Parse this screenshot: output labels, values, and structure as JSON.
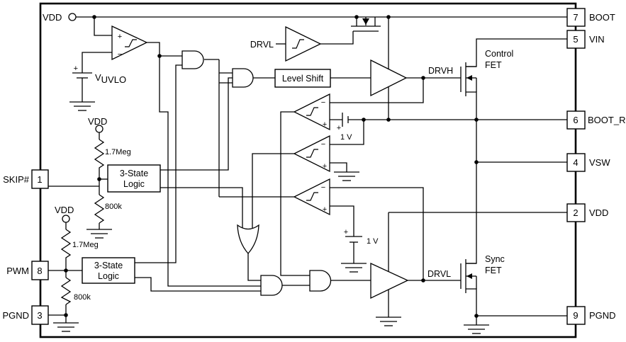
{
  "colors": {
    "line": "#000000",
    "background": "#ffffff"
  },
  "symbols": {
    "plus": "+",
    "minus": "−"
  },
  "pins": {
    "left": [
      {
        "number": "1",
        "name": "SKIP#"
      },
      {
        "number": "8",
        "name": "PWM"
      },
      {
        "number": "3",
        "name": "PGND"
      }
    ],
    "right": [
      {
        "number": "7",
        "name": "BOOT"
      },
      {
        "number": "5",
        "name": "VIN"
      },
      {
        "number": "6",
        "name": "BOOT_R"
      },
      {
        "number": "4",
        "name": "VSW"
      },
      {
        "number": "2",
        "name": "VDD"
      },
      {
        "number": "9",
        "name": "PGND"
      }
    ]
  },
  "power": {
    "vdd_top": "VDD",
    "vdd_skip": "VDD",
    "vdd_pwm": "VDD",
    "vuvlo_main": "V",
    "vuvlo_sub": "UVLO",
    "v1_boot": "1 V",
    "v1_low": "1 V"
  },
  "resistors": {
    "skip_top": "1.7Meg",
    "skip_bottom": "800k",
    "pwm_top": "1.7Meg",
    "pwm_bottom": "800k"
  },
  "blocks": {
    "level_shift": "Level Shift",
    "tristate_skip": {
      "line1": "3-State",
      "line2": "Logic"
    },
    "tristate_pwm": {
      "line1": "3-State",
      "line2": "Logic"
    }
  },
  "signals": {
    "drvl_top": "DRVL",
    "drvh": "DRVH",
    "drvl_bottom": "DRVL"
  },
  "fets": {
    "control": {
      "line1": "Control",
      "line2": "FET"
    },
    "sync": {
      "line1": "Sync",
      "line2": "FET"
    }
  }
}
